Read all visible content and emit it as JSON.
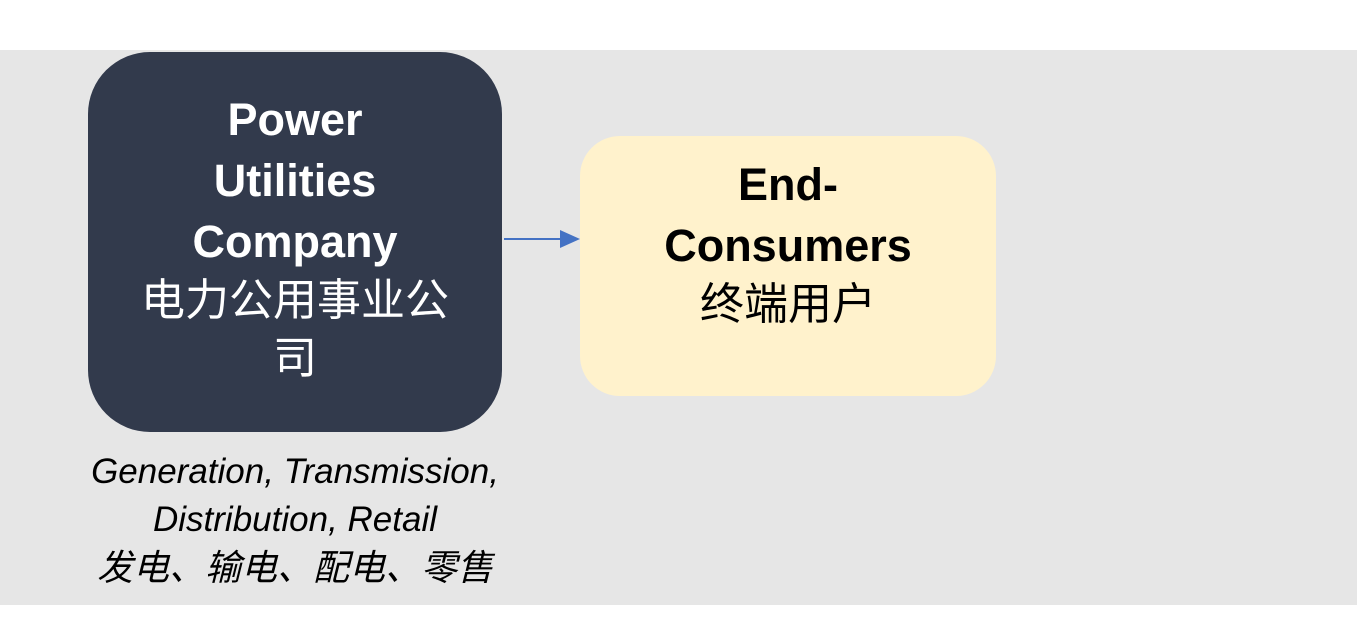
{
  "nodes": {
    "utility": {
      "label_en": "Power Utilities Company",
      "label_zh": "电力公用事业公司",
      "caption_en": "Generation, Transmission, Distribution, Retail",
      "caption_zh": "发电、输电、配电、零售"
    },
    "consumer": {
      "label_en": "End-Consumers",
      "label_zh": "终端用户"
    }
  },
  "colors": {
    "background": "#e6e6e6",
    "utility_fill": "#323a4c",
    "consumer_fill": "#fff2cc",
    "arrow": "#4472c4"
  }
}
